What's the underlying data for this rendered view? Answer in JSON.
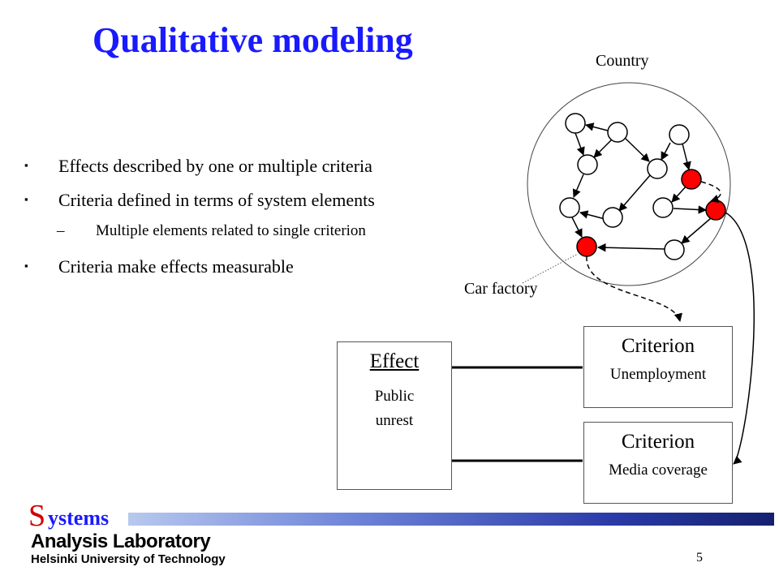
{
  "slide": {
    "title": "Qualitative modeling",
    "page_number": "5"
  },
  "bullets": [
    {
      "marker": "▪",
      "text": "Effects described by one or multiple criteria"
    },
    {
      "marker": "▪",
      "text": "Criteria defined in terms of system elements"
    },
    {
      "marker": "▪",
      "text": "Criteria make effects measurable"
    }
  ],
  "sub_bullet": {
    "marker": "–",
    "text": "Multiple elements related to single criterion"
  },
  "diagram": {
    "country_label": "Country",
    "car_factory_label": "Car factory",
    "effect": {
      "heading": "Effect",
      "line1": "Public",
      "line2": "unrest"
    },
    "criterion_1": {
      "heading": "Criterion",
      "text": "Unemployment"
    },
    "criterion_2": {
      "heading": "Criterion",
      "text": "Media coverage"
    },
    "node_colors": {
      "normal": "#ffffff",
      "highlighted": "#ff0000"
    }
  },
  "logo": {
    "s_letter": "S",
    "rest": "ystems",
    "lab": "Analysis Laboratory",
    "university": "Helsinki University of Technology",
    "colors": {
      "s": "#d00000",
      "text": "#1a1aff"
    }
  }
}
